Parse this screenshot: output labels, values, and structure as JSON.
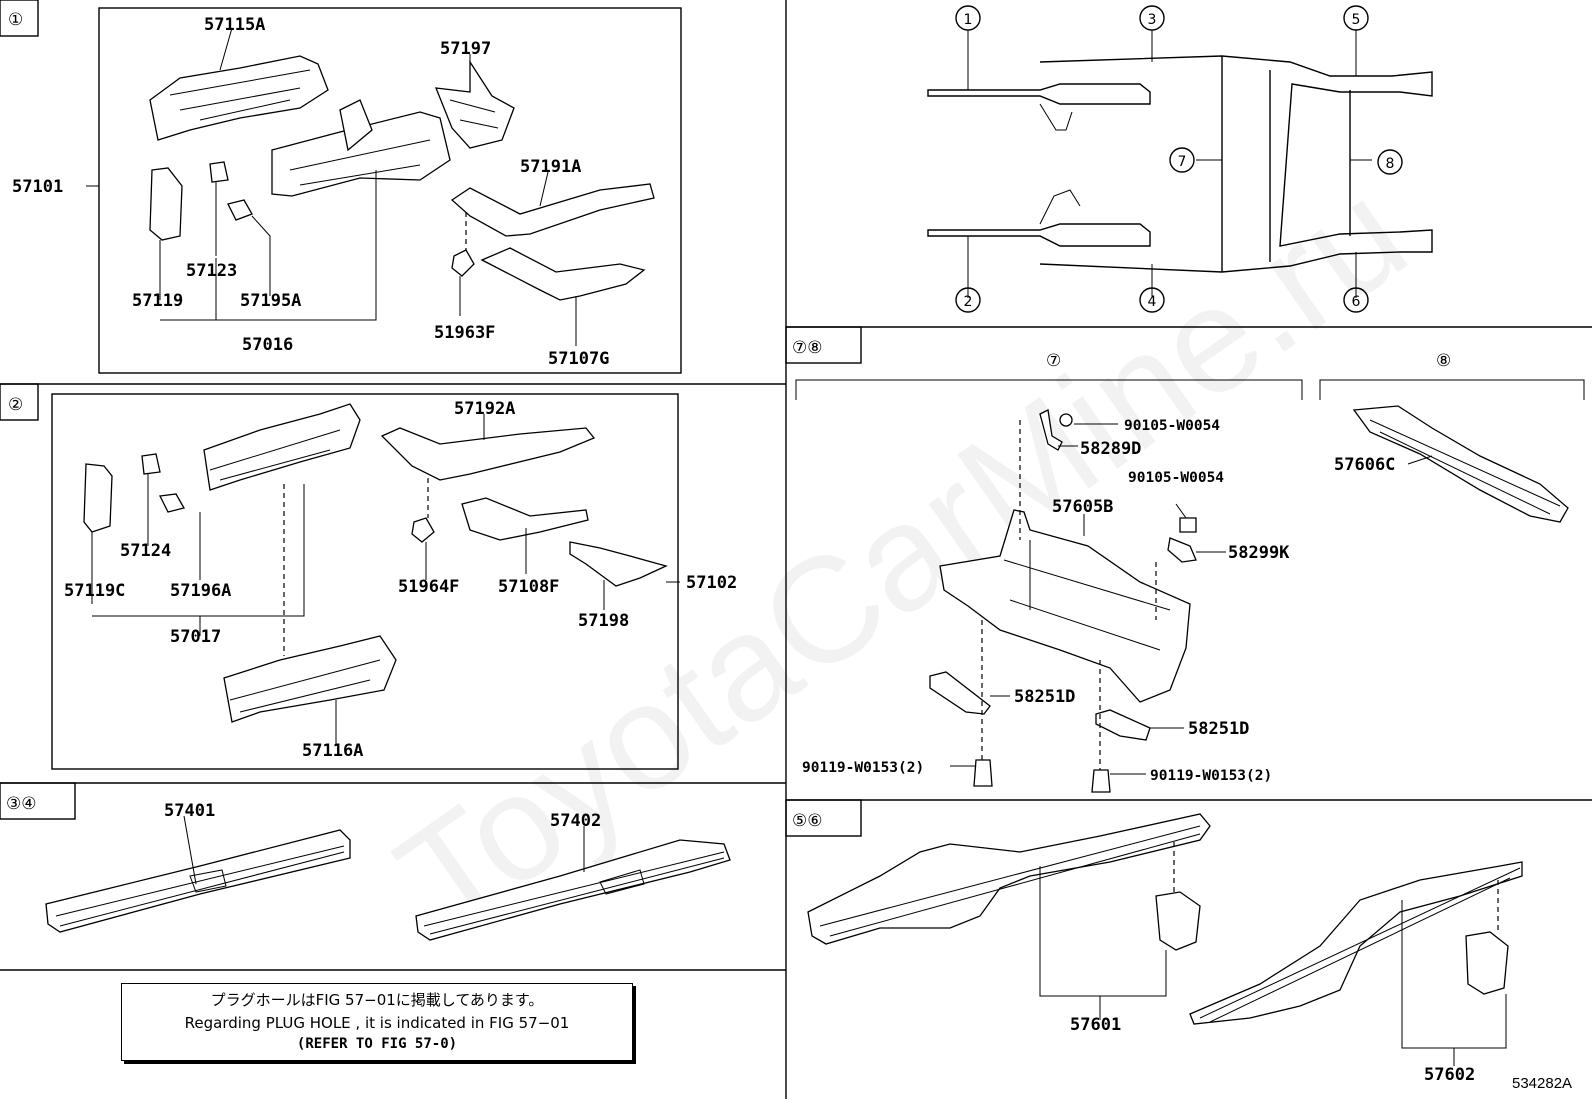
{
  "watermark": "ToyotaCarMine.ru",
  "figure_id": "534282A",
  "section_tags": {
    "s1": "①",
    "s2": "②",
    "s34": "③④",
    "s78": "⑦⑧",
    "s56": "⑤⑥"
  },
  "overview_callouts": [
    "①",
    "②",
    "③",
    "④",
    "⑤",
    "⑥",
    "⑦",
    "⑧"
  ],
  "sub_headers": {
    "seven": "⑦",
    "eight": "⑧"
  },
  "parts": {
    "p57115A": "57115A",
    "p57197": "57197",
    "p57191A": "57191A",
    "p57101": "57101",
    "p57123": "57123",
    "p57119": "57119",
    "p57195A": "57195A",
    "p57016": "57016",
    "p51963F": "51963F",
    "p57107G": "57107G",
    "p57192A": "57192A",
    "p57124": "57124",
    "p57119C": "57119C",
    "p57196A": "57196A",
    "p57017": "57017",
    "p51964F": "51964F",
    "p57108F": "57108F",
    "p57102": "57102",
    "p57198": "57198",
    "p57116A": "57116A",
    "p57401": "57401",
    "p57402": "57402",
    "p90105a": "90105-W0054",
    "p58289D": "58289D",
    "p90105b": "90105-W0054",
    "p57605B": "57605B",
    "p58299K": "58299K",
    "p58251Da": "58251D",
    "p58251Db": "58251D",
    "p90119a": "90119-W0153(2)",
    "p90119b": "90119-W0153(2)",
    "p57606C": "57606C",
    "p57601": "57601",
    "p57602": "57602"
  },
  "note": {
    "jp": "プラグホールはFIG 57−01に掲載してあります。",
    "en": "Regarding  PLUG  HOLE , it is indicated in FIG  57−01",
    "ref": "(REFER TO FIG 57-0)"
  }
}
